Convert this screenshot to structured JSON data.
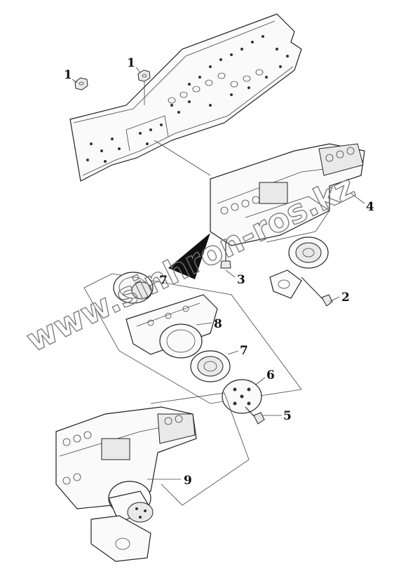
{
  "figure": {
    "callouts": [
      "1",
      "1",
      "2",
      "3",
      "4",
      "5",
      "6",
      "7",
      "7",
      "8",
      "9"
    ],
    "watermark": "www.sinhron-ros.kz"
  },
  "colors": {
    "line": "#222222",
    "background": "#ffffff",
    "pointer_wedge": "#111111"
  }
}
